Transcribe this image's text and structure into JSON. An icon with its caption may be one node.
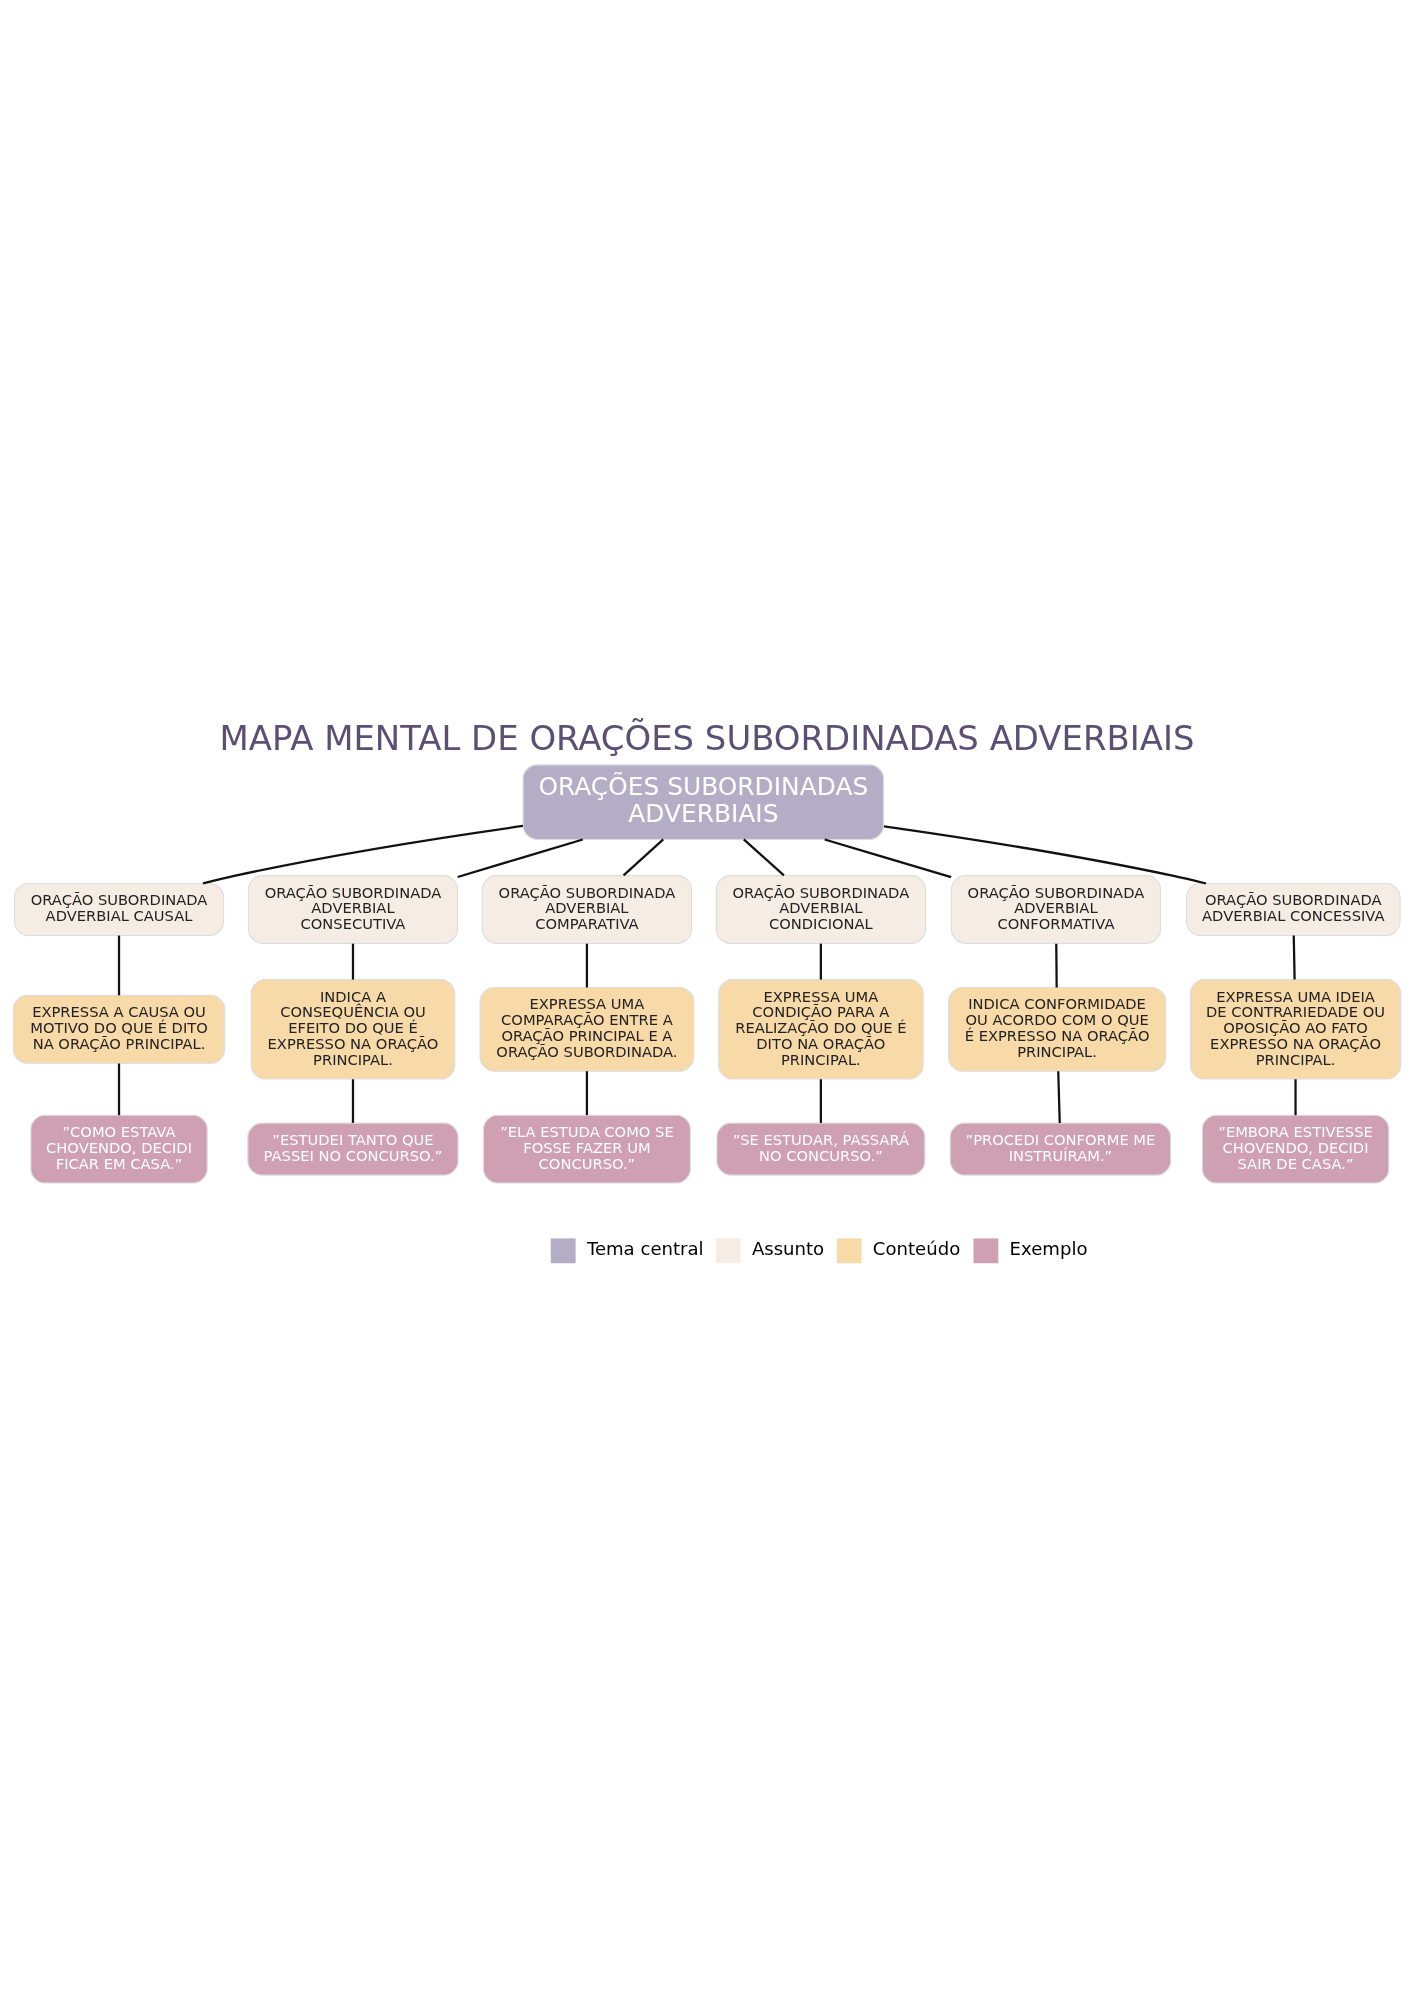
{
  "diagram": {
    "title": "MAPA MENTAL DE ORAÇÕES SUBORDINADAS ADVERBIAIS",
    "nodes": [
      {
        "text": [
          "ORAÇÕES SUBORDINADAS ADVERBIAIS"
        ]
      },
      {
        "text": [
          "ORAÇÃO SUBORDINADA ADVERBIAL CAUSAL"
        ]
      },
      {
        "text": [
          "EXPRESSA A CAUSA OU MOTIVO DO QUE É DITO NA ORAÇÃO PRINCIPAL."
        ]
      },
      {
        "text": [
          "”COMO ESTAVA CHOVENDO, DECIDI FICAR EM CASA.”"
        ]
      },
      {
        "text": [
          "ORAÇÃO SUBORDINADA ADVERBIAL CONSECUTIVA"
        ]
      },
      {
        "text": [
          "INDICA A CONSEQUÊNCIA OU EFEITO DO QUE É EXPRESSO NA ORAÇÃO PRINCIPAL."
        ]
      },
      {
        "text": [
          "”ESTUDEI TANTO QUE PASSEI NO CONCURSO.”"
        ]
      },
      {
        "text": [
          "ORAÇÃO SUBORDINADA ADVERBIAL COMPARATIVA"
        ]
      },
      {
        "text": [
          "EXPRESSA UMA COMPARAÇÃO ENTRE A ORAÇÃO PRINCIPAL E A ORAÇÃO SUBORDINADA."
        ]
      },
      {
        "text": [
          "”ELA ESTUDA COMO SE FOSSE FAZER UM CONCURSO.”"
        ]
      },
      {
        "text": [
          "ORAÇÃO SUBORDINADA ADVERBIAL CONDICIONAL"
        ]
      },
      {
        "text": [
          "EXPRESSA UMA CONDIÇÃO PARA A REALIZAÇÃO DO QUE É DITO NA ORAÇÃO PRINCIPAL."
        ]
      },
      {
        "text": [
          "”SE ESTUDAR, PASSARÁ NO CONCURSO.”"
        ]
      },
      {
        "text": [
          "ORAÇÃO SUBORDINADA ADVERBIAL CONFORMATIVA"
        ]
      },
      {
        "text": [
          "INDICA CONFORMIDADE OU ACORDO COM O QUE É EXPRESSO NA ORAÇÃO PRINCIPAL."
        ]
      },
      {
        "text": [
          "”PROCEDI CONFORME ME INSTRUÍRAM.”"
        ]
      },
      {
        "text": [
          "ORAÇÃO SUBORDINADA ADVERBIAL CONCESSIVA"
        ]
      },
      {
        "text": [
          "EXPRESSA UMA IDEIA DE CONTRARIEDADE OU OPOSIÇÃO AO FATO EXPRESSO NA ORAÇÃO PRINCIPAL."
        ]
      },
      {
        "text": [
          "”EMBORA ESTIVESSE CHOVENDO, DECIDI SAIR DE CASA.”"
        ]
      }
    ],
    "edges": [
      {
        "from": 0,
        "to": 1,
        "arrow": "none"
      },
      {
        "from": 1,
        "to": 2,
        "arrow": "none"
      },
      {
        "from": 2,
        "to": 3,
        "arrow": "none"
      },
      {
        "from": 0,
        "to": 4,
        "arrow": "none"
      },
      {
        "from": 4,
        "to": 5,
        "arrow": "none"
      },
      {
        "from": 5,
        "to": 6,
        "arrow": "none"
      },
      {
        "from": 0,
        "to": 7,
        "arrow": "none"
      },
      {
        "from": 7,
        "to": 8,
        "arrow": "none"
      },
      {
        "from": 8,
        "to": 9,
        "arrow": "none"
      },
      {
        "from": 0,
        "to": 10,
        "arrow": "none"
      },
      {
        "from": 10,
        "to": 11,
        "arrow": "none"
      },
      {
        "from": 11,
        "to": 12,
        "arrow": "none"
      },
      {
        "from": 0,
        "to": 13,
        "arrow": "none"
      },
      {
        "from": 13,
        "to": 14,
        "arrow": "none"
      },
      {
        "from": 14,
        "to": 15,
        "arrow": "none"
      },
      {
        "from": 0,
        "to": 16,
        "arrow": "none"
      },
      {
        "from": 16,
        "to": 17,
        "arrow": "none"
      },
      {
        "from": 17,
        "to": 18,
        "arrow": "none"
      }
    ],
    "legend": [
      {
        "text": "Tema central",
        "color": "#b3aec6"
      },
      {
        "text": "Assunto",
        "color": "#f5ede3"
      },
      {
        "text": "Conteúdo",
        "color": "#f8d9a8"
      },
      {
        "text": "Exemplo",
        "color": "#cfa0b2"
      }
    ]
  }
}
